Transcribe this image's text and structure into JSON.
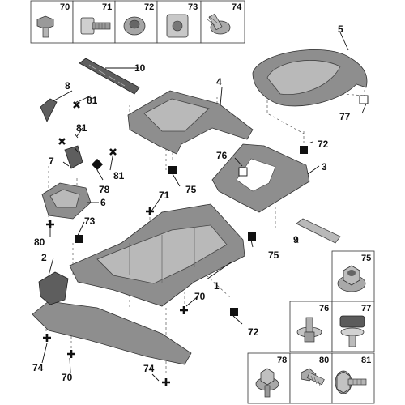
{
  "top_strip": [
    {
      "num": "70",
      "icon": "bolt-icon"
    },
    {
      "num": "71",
      "icon": "clip-screw-icon"
    },
    {
      "num": "72",
      "icon": "nut-icon"
    },
    {
      "num": "73",
      "icon": "cage-nut-icon"
    },
    {
      "num": "74",
      "icon": "screw-icon"
    }
  ],
  "parts": [
    {
      "num": "1"
    },
    {
      "num": "2"
    },
    {
      "num": "3"
    },
    {
      "num": "4"
    },
    {
      "num": "5"
    },
    {
      "num": "6"
    },
    {
      "num": "7"
    },
    {
      "num": "8"
    },
    {
      "num": "9"
    },
    {
      "num": "10"
    }
  ],
  "fasteners": {
    "n70a": "70",
    "n70b": "70",
    "n71": "71",
    "n72a": "72",
    "n72b": "72",
    "n73": "73",
    "n74a": "74",
    "n74b": "74",
    "n75a": "75",
    "n75b": "75",
    "n76": "76",
    "n77": "77",
    "n78": "78",
    "n80": "80",
    "n81a": "81",
    "n81b": "81",
    "n81c": "81"
  },
  "bottom_grid": [
    {
      "num": "75",
      "icon": "flange-nut-icon"
    },
    {
      "num": "76",
      "icon": "push-rivet-icon"
    },
    {
      "num": "77",
      "icon": "clip-icon"
    },
    {
      "num": "78",
      "icon": "bolt-icon"
    },
    {
      "num": "80",
      "icon": "screw-icon"
    },
    {
      "num": "81",
      "icon": "flange-bolt-icon"
    }
  ]
}
